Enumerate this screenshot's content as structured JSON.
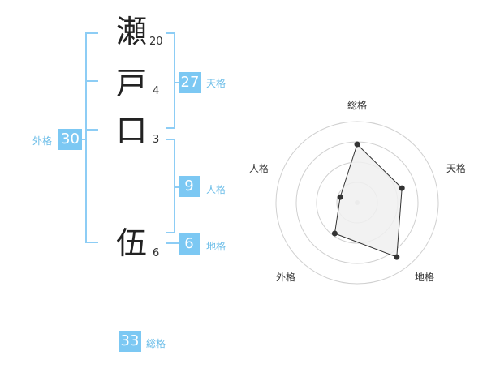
{
  "name_chars": [
    {
      "char": "瀬",
      "strokes": "20"
    },
    {
      "char": "戸",
      "strokes": "4"
    },
    {
      "char": "口",
      "strokes": "3"
    },
    {
      "char": "伍",
      "strokes": "6"
    }
  ],
  "fortunes": {
    "tenkaku": {
      "value": "27",
      "label": "天格"
    },
    "jinkaku": {
      "value": "9",
      "label": "人格"
    },
    "chikaku": {
      "value": "6",
      "label": "地格"
    },
    "gaikaku": {
      "value": "30",
      "label": "外格"
    },
    "soukaku": {
      "value": "33",
      "label": "総格"
    }
  },
  "colors": {
    "accent": "#7cc8f3",
    "bracket": "#8dcdf5",
    "radar_fill": "#f0f0f0",
    "radar_line": "#333333"
  },
  "chart_data": {
    "type": "radar",
    "axes": [
      "総格",
      "天格",
      "地格",
      "外格",
      "人格"
    ],
    "values": [
      0.72,
      0.58,
      0.83,
      0.47,
      0.22
    ],
    "rings": 4,
    "range": [
      0,
      1
    ]
  }
}
